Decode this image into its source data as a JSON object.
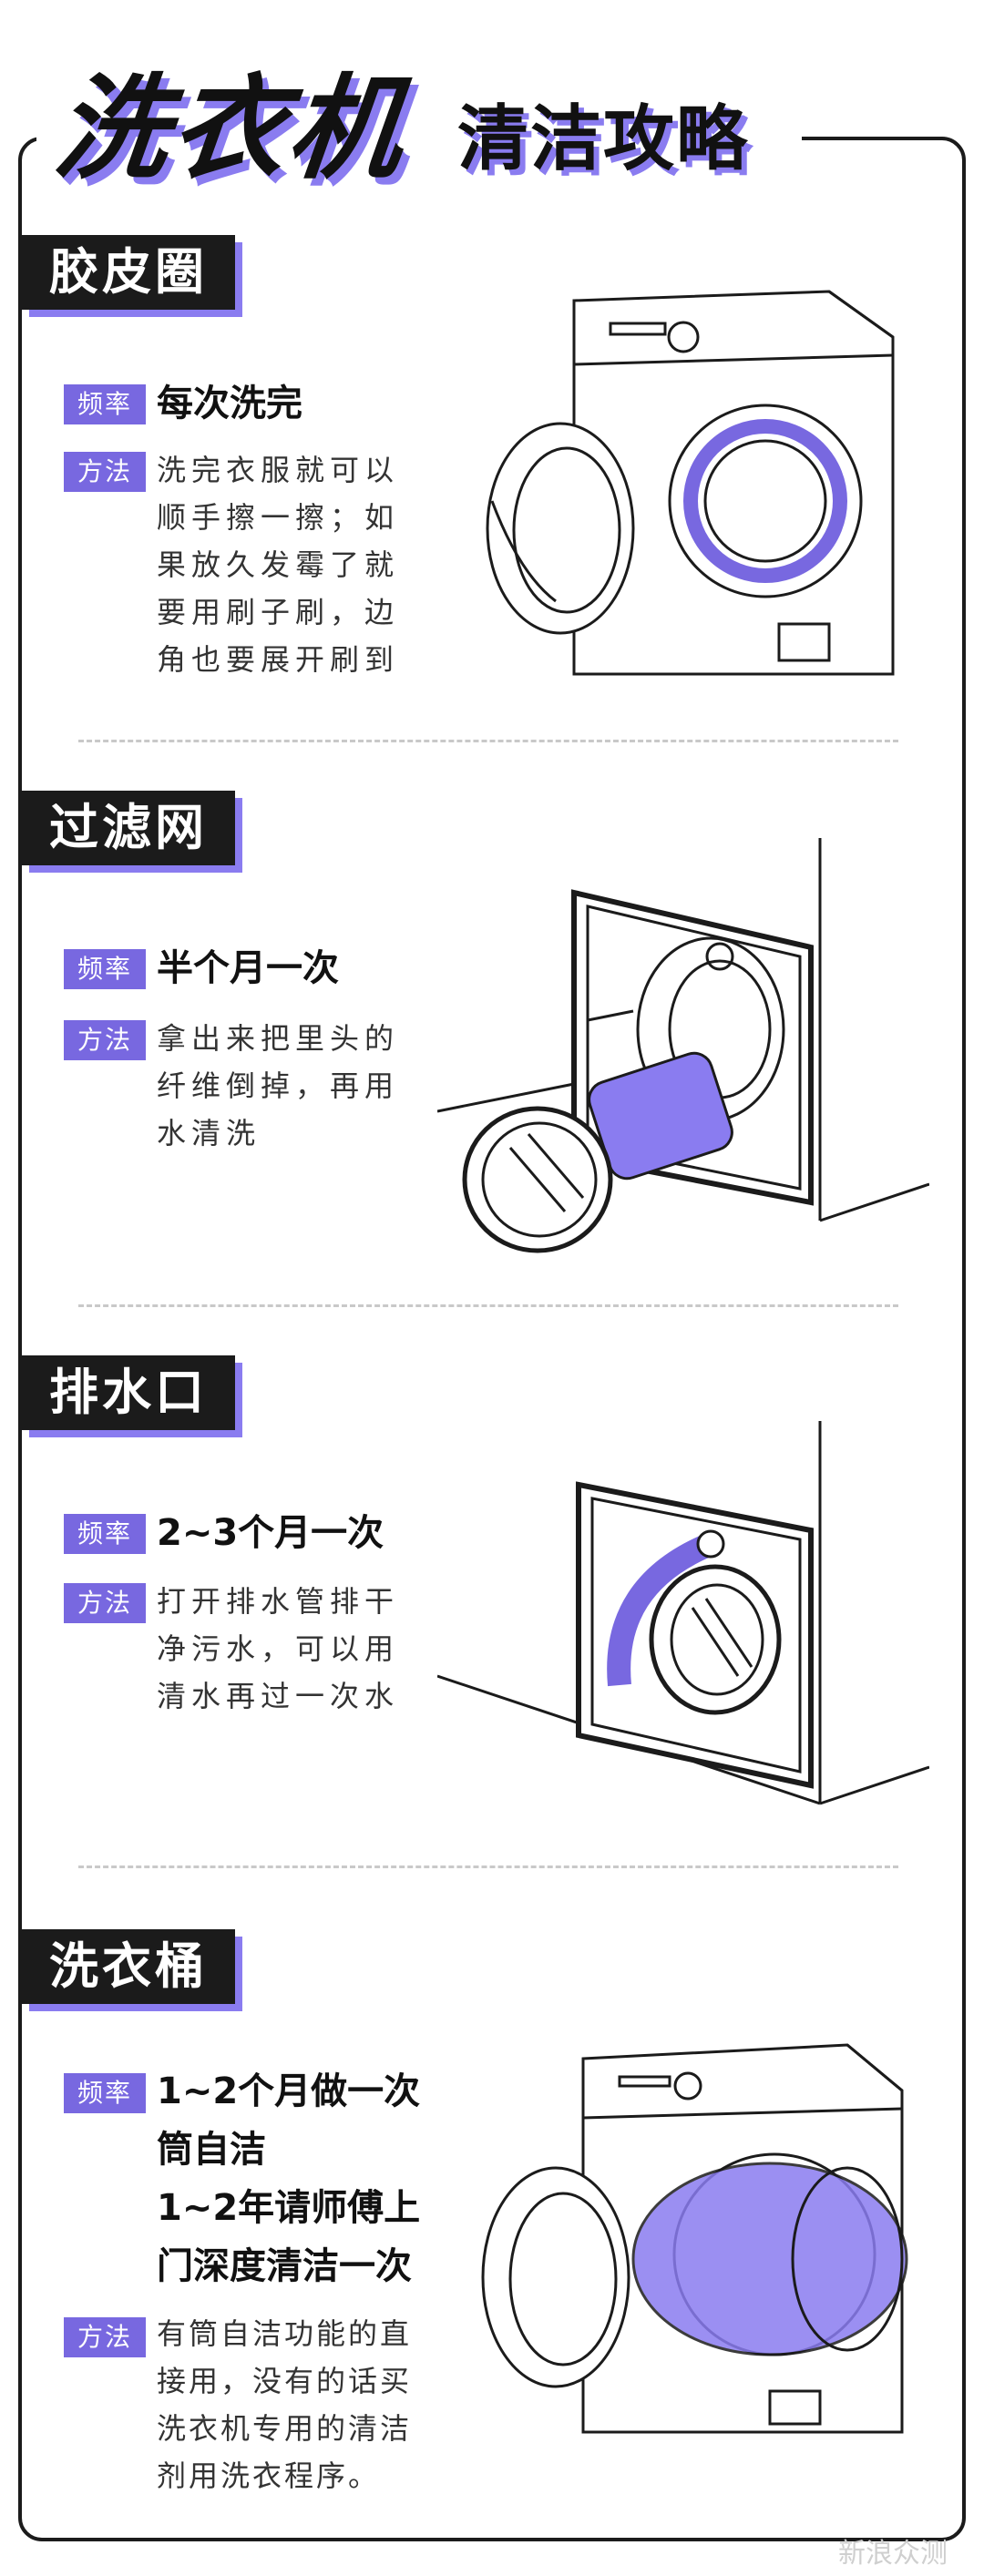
{
  "title": {
    "main": "洗衣机",
    "sub": "清洁攻略"
  },
  "labels": {
    "freq": "频率",
    "method": "方法"
  },
  "sections": [
    {
      "name": "胶皮圈",
      "freq_lines": [
        "每次洗完"
      ],
      "method_lines": [
        "洗完衣服就可以",
        "顺手擦一擦；如",
        "果放久发霉了就",
        "要用刷子刷，边",
        "角也要展开刷到"
      ]
    },
    {
      "name": "过滤网",
      "freq_lines": [
        "半个月一次"
      ],
      "method_lines": [
        "拿出来把里头的",
        "纤维倒掉，再用",
        "水清洗"
      ]
    },
    {
      "name": "排水口",
      "freq_lines": [
        "2~3个月一次"
      ],
      "method_lines": [
        "打开排水管排干",
        "净污水，可以用",
        "清水再过一次水"
      ]
    },
    {
      "name": "洗衣桶",
      "freq_lines": [
        "1~2个月做一次",
        "筒自洁",
        "1~2年请师傅上",
        "门深度清洁一次"
      ],
      "method_lines": [
        "有筒自洁功能的直",
        "接用，没有的话买",
        "洗衣机专用的清洁",
        "剂用洗衣程序。"
      ]
    }
  ],
  "watermark": "新浪众测",
  "colors": {
    "accent": "#7868e0",
    "highlight": "#8a7cf0",
    "ink": "#1b1b1b"
  }
}
